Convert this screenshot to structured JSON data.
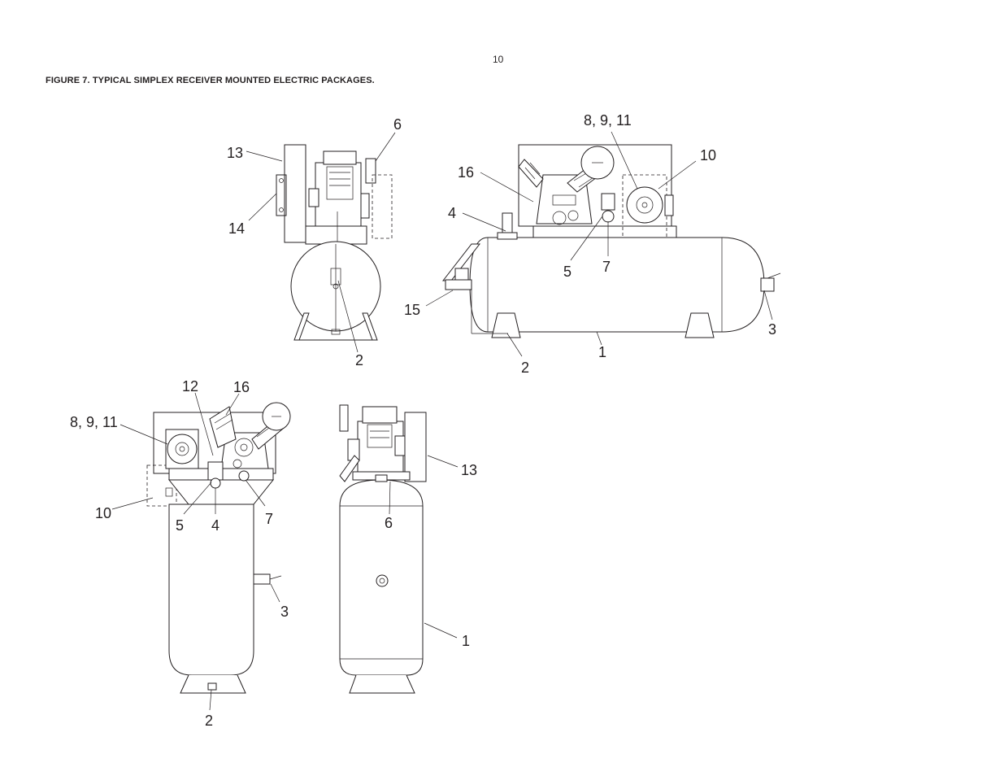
{
  "page_number": "10",
  "figure_title": "FIGURE 7. TYPICAL SIMPLEX RECEIVER MOUNTED ELECTRIC PACKAGES.",
  "callouts": {
    "view_a": {
      "c6": "6",
      "c13": "13",
      "c14": "14",
      "c2": "2"
    },
    "view_b": {
      "c8911": "8, 9, 11",
      "c10": "10",
      "c16": "16",
      "c4": "4",
      "c5": "5",
      "c7": "7",
      "c15": "15",
      "c2": "2",
      "c1": "1",
      "c3": "3"
    },
    "view_c": {
      "c12": "12",
      "c16": "16",
      "c8911": "8, 9, 11",
      "c10": "10",
      "c5": "5",
      "c4": "4",
      "c7": "7",
      "c3": "3",
      "c2": "2"
    },
    "view_d": {
      "c13": "13",
      "c6": "6",
      "c1": "1"
    }
  }
}
